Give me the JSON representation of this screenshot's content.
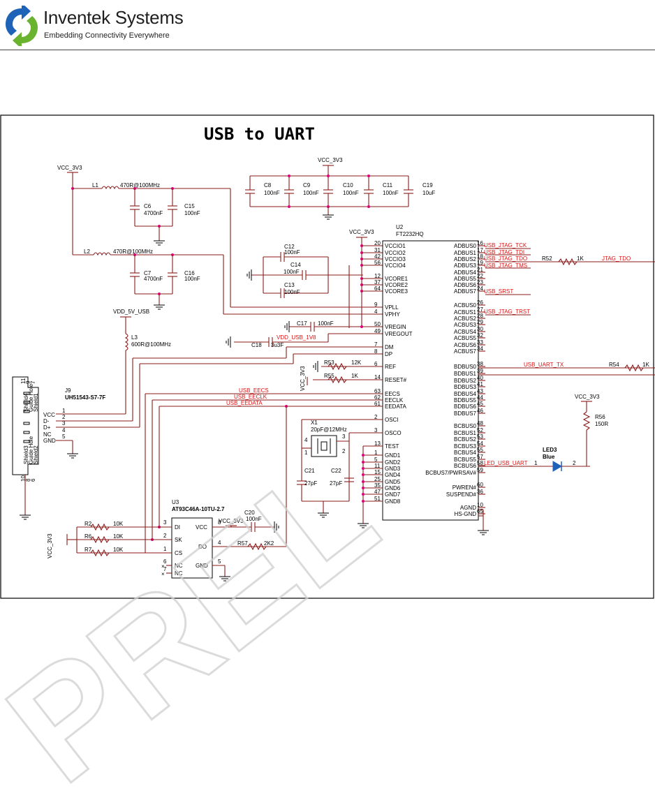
{
  "header": {
    "brand_name": "Inventek Systems",
    "tagline": "Embedding Connectivity Everywhere"
  },
  "watermark": "PREL",
  "schematic": {
    "title": "USB to UART",
    "power": {
      "vcc_3v3": "VCC_3V3",
      "vdd_5v_usb": "VDD_5V_USB",
      "vdd_usb_1v8": "VDD_USB_1V8"
    },
    "components": {
      "L1": {
        "ref": "L1",
        "value": "470R@100MHz"
      },
      "L2": {
        "ref": "L2",
        "value": "470R@100MHz"
      },
      "L3": {
        "ref": "L3",
        "value": "600R@100MHz"
      },
      "C6": {
        "ref": "C6",
        "value": "4700nF"
      },
      "C15": {
        "ref": "C15",
        "value": "100nF"
      },
      "C7": {
        "ref": "C7",
        "value": "4700nF"
      },
      "C16": {
        "ref": "C16",
        "value": "100nF"
      },
      "C8": {
        "ref": "C8",
        "value": "100nF"
      },
      "C9": {
        "ref": "C9",
        "value": "100nF"
      },
      "C10": {
        "ref": "C10",
        "value": "100nF"
      },
      "C11": {
        "ref": "C11",
        "value": "100nF"
      },
      "C19": {
        "ref": "C19",
        "value": "10uF"
      },
      "C12": {
        "ref": "C12",
        "value": "100nF"
      },
      "C14": {
        "ref": "C14",
        "value": "100nF"
      },
      "C13": {
        "ref": "C13",
        "value": "100nF"
      },
      "C17": {
        "ref": "C17",
        "value": "100nF"
      },
      "C18": {
        "ref": "C18",
        "value": "3u3F"
      },
      "C20": {
        "ref": "C20",
        "value": "100nF"
      },
      "C21": {
        "ref": "C21",
        "value": "27pF"
      },
      "C22": {
        "ref": "C22",
        "value": "27pF"
      },
      "R53": {
        "ref": "R53",
        "value": "12K"
      },
      "R55": {
        "ref": "R55",
        "value": "1K"
      },
      "R52": {
        "ref": "R52",
        "value": "1K"
      },
      "R54": {
        "ref": "R54",
        "value": "1K"
      },
      "R56": {
        "ref": "R56",
        "value": "150R"
      },
      "R57": {
        "ref": "R57",
        "value": "2K2"
      },
      "R2": {
        "ref": "R2",
        "value": "10K"
      },
      "R6": {
        "ref": "R6",
        "value": "10K"
      },
      "R7": {
        "ref": "R7",
        "value": "10K"
      },
      "X1": {
        "ref": "X1",
        "value": "20pF@12MHz"
      },
      "LED3": {
        "ref": "LED3",
        "value": "Blue"
      }
    },
    "J9": {
      "ref": "J9",
      "part": "UH51543-S7-7F",
      "pins": [
        "VCC",
        "D-",
        "D+",
        "NC",
        "GND"
      ],
      "pin_numbers": [
        "1",
        "2",
        "3",
        "4",
        "5"
      ],
      "shields": [
        "Shield4",
        "Guide Hole",
        "Shield1",
        "Shield3",
        "Guide Hole",
        "Shield2"
      ],
      "shield_numbers": [
        "11",
        "9",
        "7",
        "10",
        "8",
        "6"
      ]
    },
    "U2": {
      "ref": "U2",
      "part": "FT2232HQ",
      "left_pins": [
        {
          "num": "20",
          "name": "VCCIO1"
        },
        {
          "num": "31",
          "name": "VCCIO2"
        },
        {
          "num": "42",
          "name": "VCCIO3"
        },
        {
          "num": "56",
          "name": "VCCIO4"
        },
        {
          "num": "12",
          "name": "VCORE1"
        },
        {
          "num": "37",
          "name": "VCORE2"
        },
        {
          "num": "64",
          "name": "VCORE3"
        },
        {
          "num": "9",
          "name": "VPLL"
        },
        {
          "num": "4",
          "name": "VPHY"
        },
        {
          "num": "50",
          "name": "VREGIN"
        },
        {
          "num": "49",
          "name": "VREGOUT"
        },
        {
          "num": "7",
          "name": "DM"
        },
        {
          "num": "8",
          "name": "DP"
        },
        {
          "num": "6",
          "name": "REF"
        },
        {
          "num": "14",
          "name": "RESET#"
        },
        {
          "num": "63",
          "name": "EECS"
        },
        {
          "num": "62",
          "name": "EECLK"
        },
        {
          "num": "61",
          "name": "EEDATA"
        },
        {
          "num": "2",
          "name": "OSCI"
        },
        {
          "num": "3",
          "name": "OSCO"
        },
        {
          "num": "13",
          "name": "TEST"
        },
        {
          "num": "1",
          "name": "GND1"
        },
        {
          "num": "5",
          "name": "GND2"
        },
        {
          "num": "11",
          "name": "GND3"
        },
        {
          "num": "15",
          "name": "GND4"
        },
        {
          "num": "25",
          "name": "GND5"
        },
        {
          "num": "35",
          "name": "GND6"
        },
        {
          "num": "47",
          "name": "GND7"
        },
        {
          "num": "51",
          "name": "GND8"
        }
      ],
      "right_pins": [
        {
          "num": "16",
          "name": "ADBUS0"
        },
        {
          "num": "17",
          "name": "ADBUS1"
        },
        {
          "num": "18",
          "name": "ADBUS2"
        },
        {
          "num": "19",
          "name": "ADBUS3"
        },
        {
          "num": "21",
          "name": "ADBUS4"
        },
        {
          "num": "22",
          "name": "ADBUS5"
        },
        {
          "num": "23",
          "name": "ADBUS6"
        },
        {
          "num": "24",
          "name": "ADBUS7"
        },
        {
          "num": "26",
          "name": "ACBUS0"
        },
        {
          "num": "27",
          "name": "ACBUS1"
        },
        {
          "num": "28",
          "name": "ACBUS2"
        },
        {
          "num": "29",
          "name": "ACBUS3"
        },
        {
          "num": "30",
          "name": "ACBUS4"
        },
        {
          "num": "32",
          "name": "ACBUS5"
        },
        {
          "num": "33",
          "name": "ACBUS6"
        },
        {
          "num": "34",
          "name": "ACBUS7"
        },
        {
          "num": "38",
          "name": "BDBUS0"
        },
        {
          "num": "39",
          "name": "BDBUS1"
        },
        {
          "num": "40",
          "name": "BDBUS2"
        },
        {
          "num": "41",
          "name": "BDBUS3"
        },
        {
          "num": "43",
          "name": "BDBUS4"
        },
        {
          "num": "44",
          "name": "BDBUS5"
        },
        {
          "num": "45",
          "name": "BDBUS6"
        },
        {
          "num": "46",
          "name": "BDBUS7"
        },
        {
          "num": "48",
          "name": "BCBUS0"
        },
        {
          "num": "52",
          "name": "BCBUS1"
        },
        {
          "num": "53",
          "name": "BCBUS2"
        },
        {
          "num": "54",
          "name": "BCBUS3"
        },
        {
          "num": "55",
          "name": "BCBUS4"
        },
        {
          "num": "57",
          "name": "BCBUS5"
        },
        {
          "num": "58",
          "name": "BCBUS6"
        },
        {
          "num": "59",
          "name": "BCBUS7/PWRSAV#"
        },
        {
          "num": "60",
          "name": "PWREN#"
        },
        {
          "num": "36",
          "name": "SUSPEND#"
        },
        {
          "num": "10",
          "name": "AGND"
        },
        {
          "num": "65",
          "name": "HS-GND"
        }
      ]
    },
    "U3": {
      "ref": "U3",
      "part": "AT93C46A-10TU-2.7",
      "left_pins": [
        {
          "num": "3",
          "name": "DI"
        },
        {
          "num": "2",
          "name": "SK"
        },
        {
          "num": "1",
          "name": "CS"
        },
        {
          "num": "6",
          "name": "NC"
        },
        {
          "num": "7",
          "name": "NC"
        }
      ],
      "right_pins": [
        {
          "num": "8",
          "name": "VCC"
        },
        {
          "num": "4",
          "name": "DO"
        },
        {
          "num": "5",
          "name": "GND"
        }
      ]
    },
    "nets": {
      "usb_jtag_tck": "USB_JTAG_TCK",
      "usb_jtag_tdi": "USB_JTAG_TDI",
      "usb_jtag_tdo": "USB_JTAG_TDO",
      "usb_jtag_tms": "USB_JTAG_TMS",
      "jtag_tdo": "JTAG_TDO",
      "usb_srst": "USB_SRST",
      "usb_jtag_trst": "USB_JTAG_TRST",
      "usb_uart_tx": "USB_UART_TX",
      "led_usb_uart": "LED_USB_UART",
      "usb_eecs": "USB_EECS",
      "usb_eeclk": "USB_EECLK",
      "usb_eedata": "USB_EEDATA"
    },
    "crystal_pins": [
      "4",
      "1",
      "3",
      "2"
    ],
    "led_pins": [
      "1",
      "2"
    ]
  }
}
